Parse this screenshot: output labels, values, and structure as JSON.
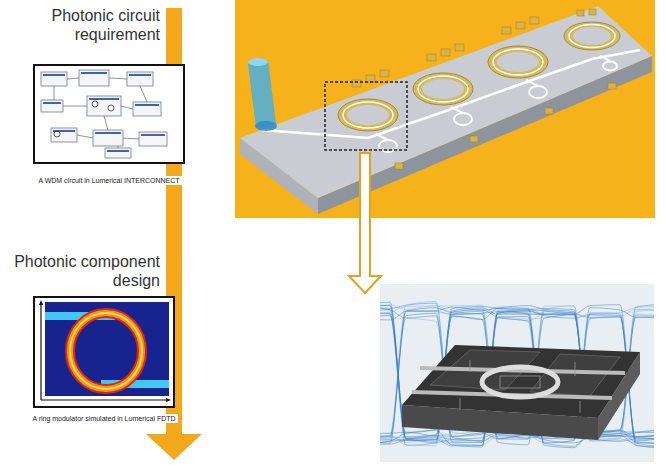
{
  "diagram": {
    "nodes": [
      {
        "text": [
          "Photonic circuit requirement",
          "A WDM circuit in Lumerical INTERCONNECT"
        ]
      },
      {
        "text": [
          "Photonic component design",
          "A ring modulator simulated in Lumerical FDTD"
        ]
      }
    ]
  }
}
